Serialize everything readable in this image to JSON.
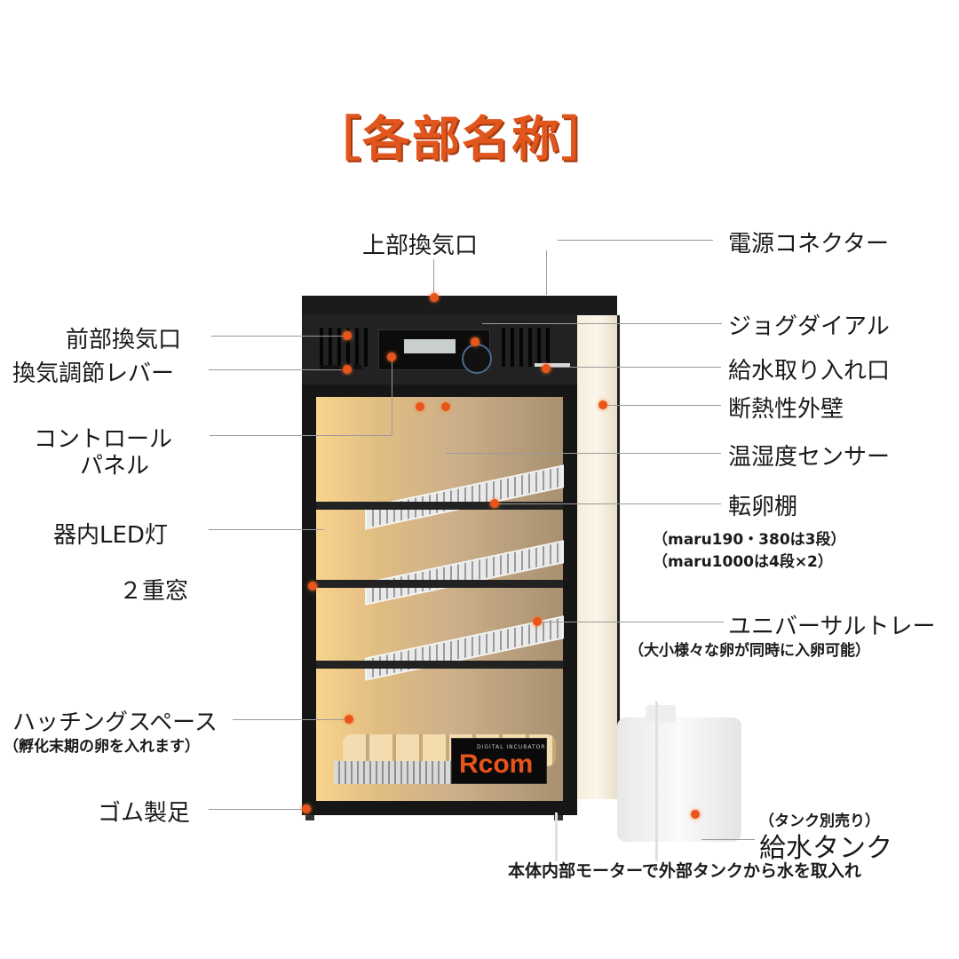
{
  "title": "［各部名称］",
  "labels": {
    "top_vent": "上部換気口",
    "power_connector": "電源コネクター",
    "front_vent": "前部換気口",
    "jog_dial": "ジョグダイアル",
    "vent_lever": "換気調節レバー",
    "water_inlet": "給水取り入れ口",
    "insulated_wall": "断熱性外壁",
    "control_panel_1": "コントロール",
    "control_panel_2": "パネル",
    "temp_humidity_sensor": "温湿度センサー",
    "egg_turning_shelf": "転卵棚",
    "egg_turning_note_1": "（maru190・380は3段）",
    "egg_turning_note_2": "（maru1000は4段×2）",
    "led_light": "器内LED灯",
    "double_window": "２重窓",
    "universal_tray": "ユニバーサルトレー",
    "universal_tray_note": "（大小様々な卵が同時に入卵可能）",
    "hatching_space": "ハッチングスペース",
    "hatching_space_note": "（孵化末期の卵を入れます）",
    "rubber_feet": "ゴム製足",
    "tank_note": "（タンク別売り）",
    "water_tank": "給水タンク",
    "bottom_caption": "本体内部モーターで外部タンクから水を取入れ"
  },
  "product": {
    "logo": "Rcom",
    "logo_sub": "DIGITAL INCUBATOR"
  },
  "colors": {
    "accent": "#e0561c",
    "marker": "#e8541a",
    "leader_line": "#9a9a9a"
  }
}
